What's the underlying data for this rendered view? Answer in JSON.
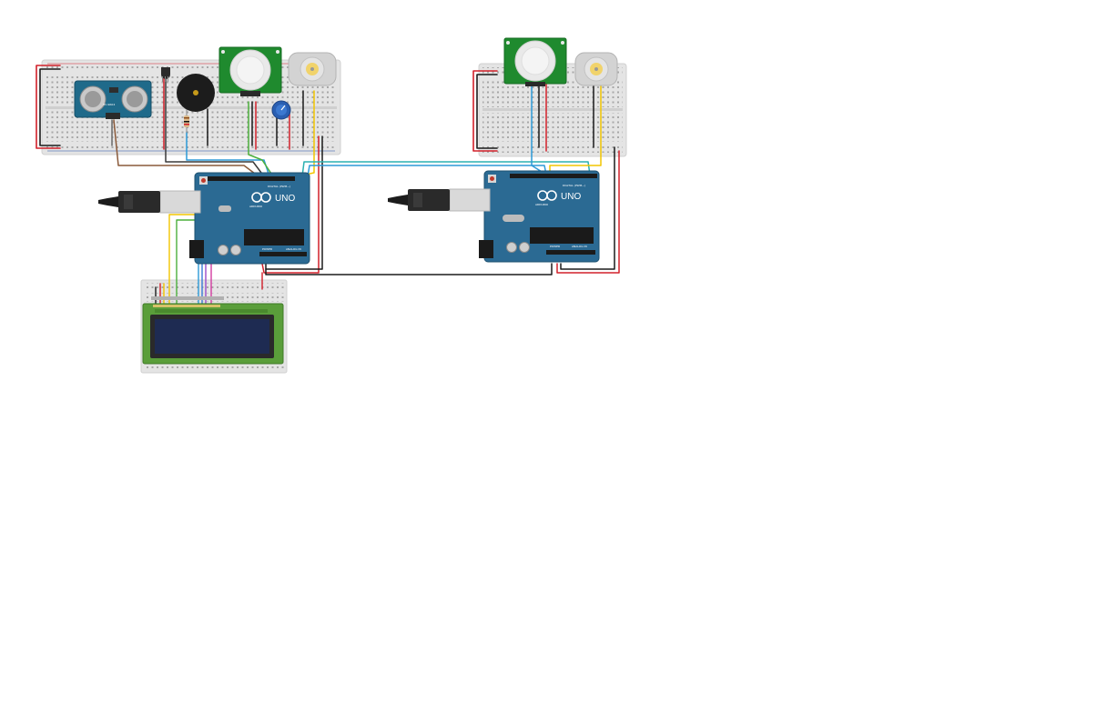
{
  "wire_colors": {
    "red": "#d2202a",
    "black": "#1b1b1b",
    "blue": "#2d9ad7",
    "yellow": "#f2c500",
    "green": "#4caf3c",
    "brown": "#8a5a3a",
    "purple": "#9b4cc9",
    "magenta": "#d23ca0",
    "gray": "#8a8a8a",
    "teal": "#2bb0b0"
  },
  "board_colors": {
    "arduino_blue": "#2b6a93",
    "breadboard": "#e6e6e6",
    "pir_green": "#1f8a2e",
    "sonar_blue": "#1f6a8a",
    "lcd_green": "#5a9e3a",
    "lcd_screen": "#1e2b52"
  },
  "labels": {
    "uno_left": "UNO",
    "uno_right": "UNO",
    "arduino_left": "ARDUINO",
    "arduino_right": "ARDUINO",
    "digital_left": "DIGITAL (PWM~)",
    "digital_right": "DIGITAL (PWM~)",
    "power_left": "POWER",
    "power_right": "POWER",
    "analog_left": "ANALOG IN",
    "analog_right": "ANALOG IN",
    "sonar": "HC-SR04"
  }
}
